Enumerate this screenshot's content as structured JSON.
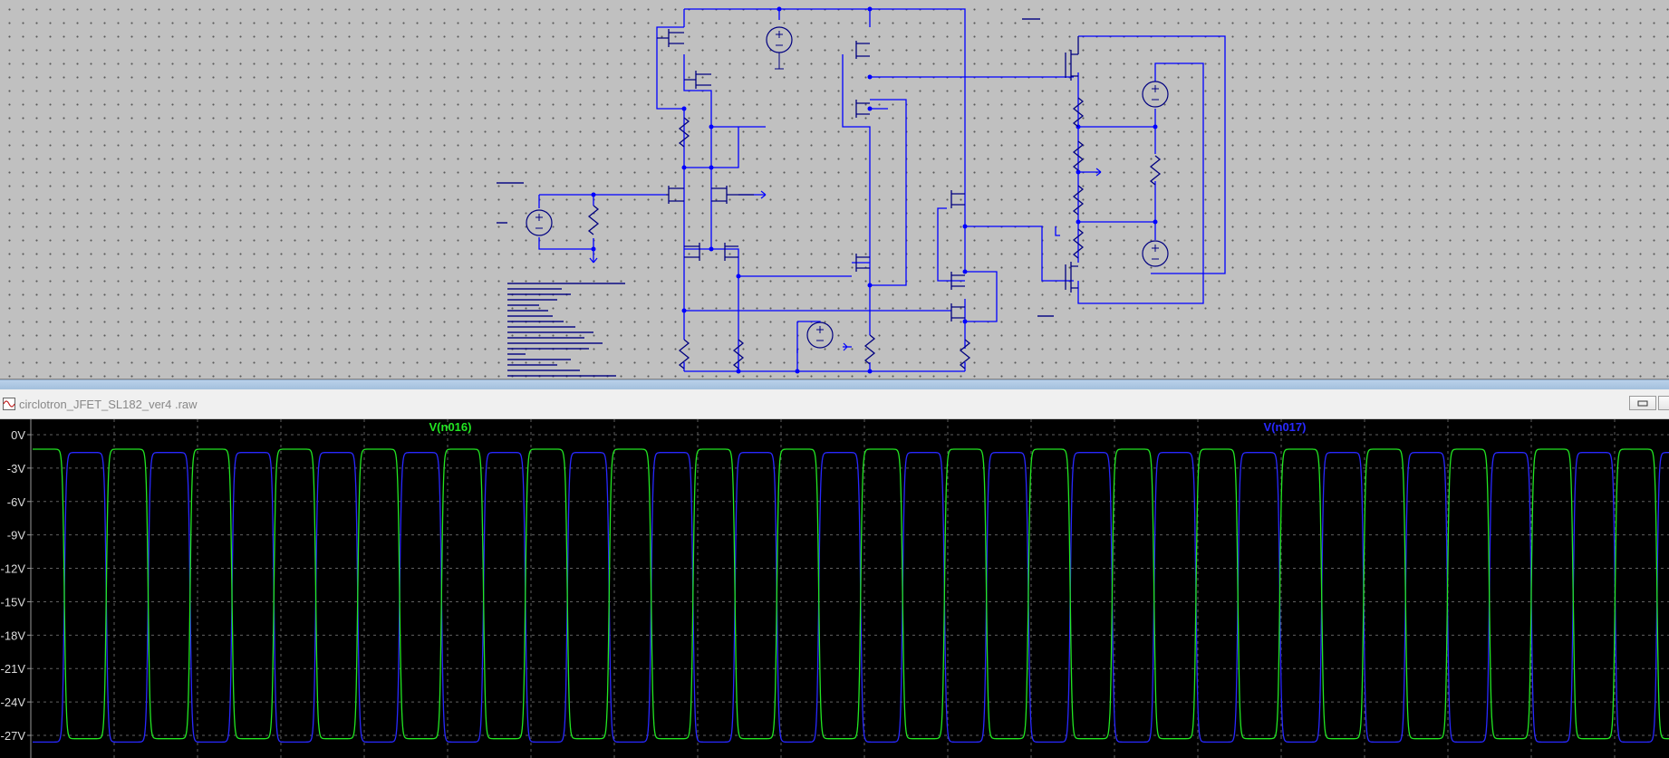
{
  "window": {
    "plot_title": "circlotron_JFET_SL182_ver4 .raw"
  },
  "colors": {
    "schematic_bg": "#c0c0c0",
    "wire": "#0000ff",
    "component": "#000080",
    "plot_bg": "#000000",
    "trace1": "#22e622",
    "trace2": "#2828ff",
    "axis_text": "#dddddd",
    "grid": "#606060"
  },
  "chart_data": {
    "type": "line",
    "title": "",
    "xlabel": "",
    "ylabel": "",
    "ylim": [
      -28,
      0
    ],
    "yticks": [
      0,
      -3,
      -6,
      -9,
      -12,
      -15,
      -18,
      -21,
      -24,
      -27
    ],
    "ytick_labels": [
      "0V",
      "-3V",
      "-6V",
      "-9V",
      "-12V",
      "-15V",
      "-18V",
      "-21V",
      "-24V",
      "-27V"
    ],
    "grid": true,
    "legend_placement": "top",
    "cycles_visible": 19.5,
    "series": [
      {
        "name": "V(n016)",
        "color": "#22e622",
        "high": -1.3,
        "low": -27.3,
        "phase": 0.0
      },
      {
        "name": "V(n017)",
        "color": "#2828ff",
        "high": -1.6,
        "low": -27.6,
        "phase": 0.5
      }
    ]
  }
}
